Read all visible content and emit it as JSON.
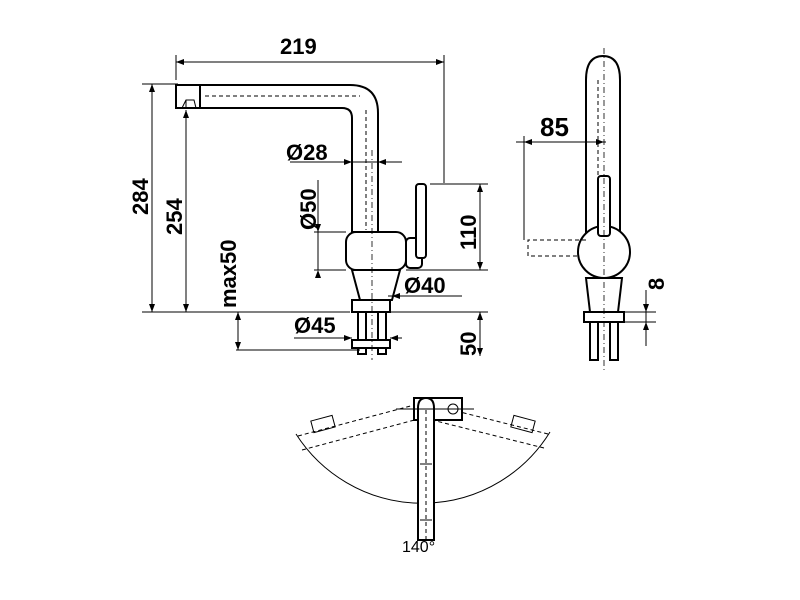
{
  "front_view": {
    "width_label": "219",
    "total_height_label": "284",
    "spout_height_label": "254",
    "mount_thickness_label": "max50",
    "spout_diameter_label": "Ø28",
    "body_diameter_label": "Ø50",
    "base_diameter_label": "Ø40",
    "hole_diameter_label": "Ø45",
    "lever_height_label": "110",
    "shank_length_label": "50"
  },
  "side_view": {
    "reach_label": "85",
    "gap_label": "8"
  },
  "top_view": {
    "swivel_angle_label": "140°"
  }
}
